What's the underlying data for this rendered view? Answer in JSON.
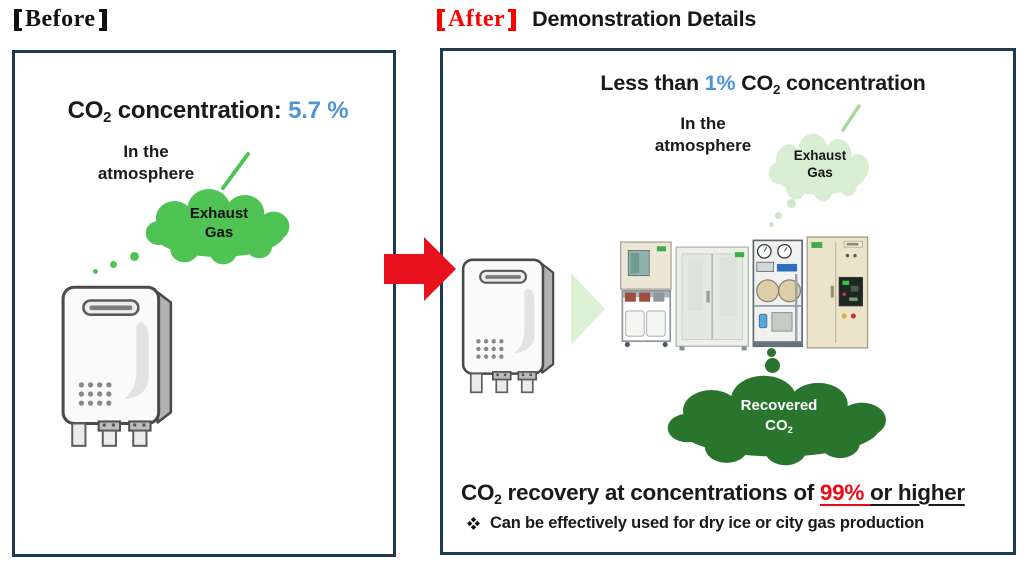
{
  "header": {
    "before_label": "Before",
    "after_label": "After",
    "after_title": "Demonstration Details"
  },
  "before_panel": {
    "heading_co": "CO",
    "heading_sub": "2",
    "heading_rest": " concentration: ",
    "heading_value": "5.7 %",
    "atmosphere_line1": "In the",
    "atmosphere_line2": "atmosphere",
    "cloud_line1": "Exhaust",
    "cloud_line2": "Gas"
  },
  "after_panel": {
    "heading_prefix": "Less than ",
    "heading_value": "1%",
    "heading_co": " CO",
    "heading_sub": "2",
    "heading_rest": " concentration",
    "atmosphere_line1": "In the",
    "atmosphere_line2": "atmosphere",
    "cloud_line1": "Exhaust",
    "cloud_line2": "Gas",
    "recovered_line1": "Recovered",
    "recovered_co": "CO",
    "recovered_sub": "2",
    "recovery_co": "CO",
    "recovery_sub": "2",
    "recovery_rest": " recovery at concentrations of ",
    "recovery_highlight": "99% ",
    "recovery_suffix": "or higher",
    "note_text": "Can be effectively used for dry ice or city gas production"
  },
  "icons": {
    "bracket_left": "lenticular-bracket-left",
    "bracket_right": "lenticular-bracket-right",
    "transition_arrow": "red-right-arrow",
    "flow_arrow": "pale-green-right-triangle",
    "note_bullet": "diamond-bullet",
    "water_heater": "gas-water-heater-illustration",
    "equipment": "co2-recovery-equipment-illustration",
    "exhaust_cloud": "thought-cloud",
    "recovered_cloud": "thought-cloud"
  },
  "colors": {
    "panel_border": "#1e3a4f",
    "accent_blue": "#4f94d8",
    "accent_red": "#ee0a14",
    "arrow_red": "#e8101c",
    "bright_green": "#4fc455",
    "light_green": "#d8edd2",
    "light_green_stem": "#a9d99b",
    "dark_green": "#2a752e"
  }
}
